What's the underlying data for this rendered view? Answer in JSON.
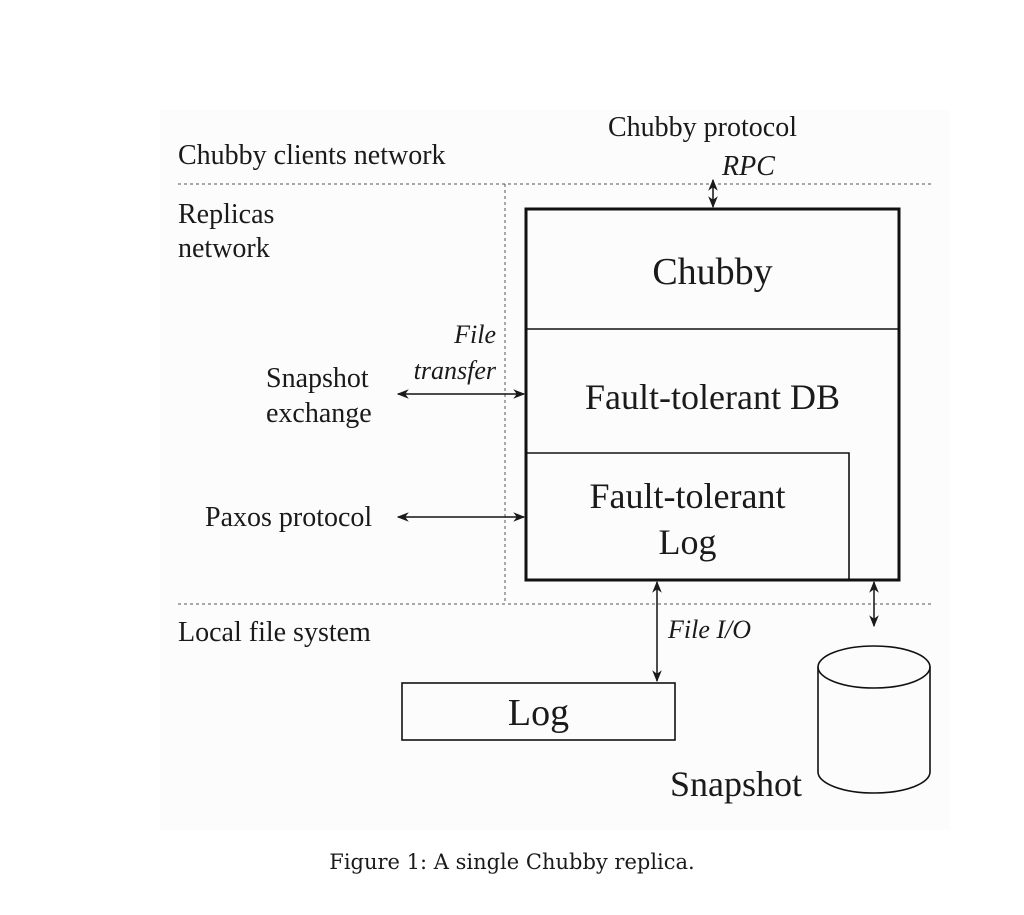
{
  "diagram": {
    "zones": {
      "clients_network": "Chubby clients network",
      "replicas_network": [
        "Replicas",
        "network"
      ],
      "local_file_system": "Local file system"
    },
    "layers": {
      "chubby": "Chubby",
      "fault_tolerant_db": "Fault-tolerant DB",
      "fault_tolerant_log": [
        "Fault-tolerant",
        "Log"
      ]
    },
    "interfaces": {
      "chubby_protocol": "Chubby protocol",
      "rpc": "RPC",
      "file_transfer": [
        "File",
        "transfer"
      ],
      "snapshot_exchange": [
        "Snapshot",
        "exchange"
      ],
      "paxos_protocol": "Paxos protocol",
      "file_io": "File I/O"
    },
    "storage": {
      "log": "Log",
      "snapshot": "Snapshot"
    }
  },
  "caption": "Figure 1: A single Chubby replica."
}
